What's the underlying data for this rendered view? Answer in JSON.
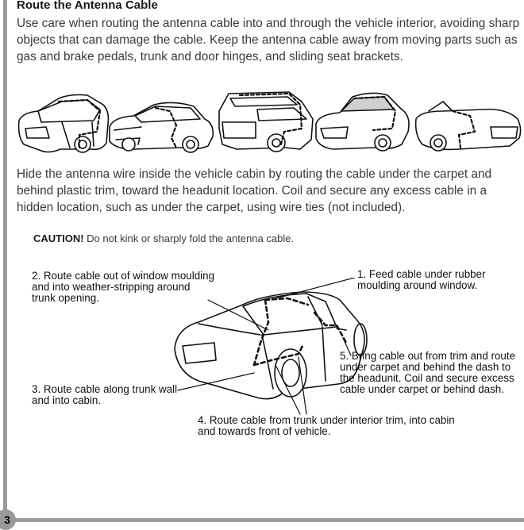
{
  "page": {
    "number": "3"
  },
  "section": {
    "title": "Route the Antenna Cable",
    "intro": "Use care when routing the antenna cable into and through the vehicle interior, avoiding sharp objects that can damage the cable. Keep the antenna cable away from moving parts such as gas and brake pedals, trunk and door hinges, and sliding seat brackets.",
    "hide_text": "Hide the antenna wire inside the vehicle cabin by routing the cable under the carpet and behind plastic trim, toward the headunit location. Coil and secure any excess cable in a hidden location, such as under the carpet, using wire ties (not included).",
    "caution_label": "CAUTION!",
    "caution_text": "Do not kink or sharply fold the antenna cable."
  },
  "vehicle_row": {
    "icons": [
      "sedan-icon",
      "coupe-icon",
      "suv-icon",
      "hardtop-convertible-icon",
      "convertible-icon"
    ]
  },
  "diagram": {
    "icon": "sedan-cable-route-icon",
    "steps": {
      "step1": "1. Feed cable under rubber moulding around window.",
      "step2": "2. Route cable out of window moulding and into weather-stripping around trunk opening.",
      "step3": "3. Route cable along trunk wall and into cabin.",
      "step4": "4. Route cable from trunk under interior trim, into cabin and towards front of vehicle.",
      "step5": "5. Bring cable out from trim and route under carpet and behind the dash to the headunit. Coil and secure excess cable under carpet or behind dash."
    }
  },
  "colors": {
    "text": "#3a3a3a",
    "heading": "#1a1a1a",
    "rule": "#9a9a9a"
  }
}
